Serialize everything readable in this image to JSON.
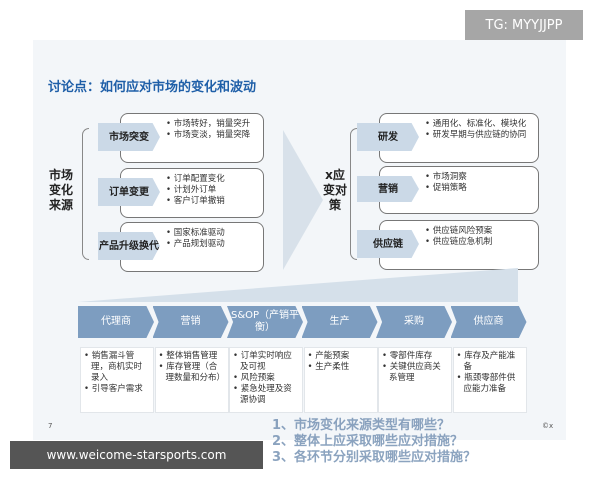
{
  "title": "讨论点：如何应对市场的变化和波动",
  "left_label": "市场变化来源",
  "left_groups": [
    {
      "label": "市场突变",
      "items": [
        "市场转好，销量突升",
        "市场变淡，销量突降"
      ]
    },
    {
      "label": "订单变更",
      "items": [
        "订单配置变化",
        "计划外订单",
        "客户订单撤销"
      ]
    },
    {
      "label": "产品升级换代",
      "items": [
        "国家标准驱动",
        "产品规划驱动"
      ]
    }
  ],
  "right_label": "x应变对策",
  "right_groups": [
    {
      "label": "研发",
      "items": [
        "通用化、标准化、模块化",
        "研发早期与供应链的协同"
      ]
    },
    {
      "label": "营销",
      "items": [
        "市场洞察",
        "促销策略"
      ]
    },
    {
      "label": "供应链",
      "items": [
        "供应链风险预案",
        "供应链应急机制"
      ]
    }
  ],
  "chain": [
    {
      "label": "代理商",
      "items": [
        "销售漏斗管理，商机实时录入",
        "引导客户需求"
      ]
    },
    {
      "label": "营销",
      "items": [
        "整体销售管理",
        "库存管理（合理数量和分布）"
      ]
    },
    {
      "label": "S&OP（产销平衡）",
      "items": [
        "订单实时响应及可视",
        "风险预案",
        "紧急处理及资源协调"
      ]
    },
    {
      "label": "生产",
      "items": [
        "产能预案",
        "生产柔性"
      ]
    },
    {
      "label": "采购",
      "items": [
        "零部件库存",
        "关键供应商关系管理"
      ]
    },
    {
      "label": "供应商",
      "items": [
        "库存及产能准备",
        "瓶颈零部件供应能力准备"
      ]
    }
  ],
  "overlay": [
    "1、市场变化来源类型有哪些？",
    "2、整体上应采取哪些应对措施？",
    "3、各环节分别采取哪些应对措施？"
  ],
  "page_number": "7",
  "footer_mark": "©x",
  "watermark_tg": "TG: MYYJJPP",
  "watermark_url": "www.weicome-starsports.com",
  "colors": {
    "title": "#1f5fa8",
    "chevron": "#7d9dc0",
    "tab": "#cbd9e7"
  }
}
